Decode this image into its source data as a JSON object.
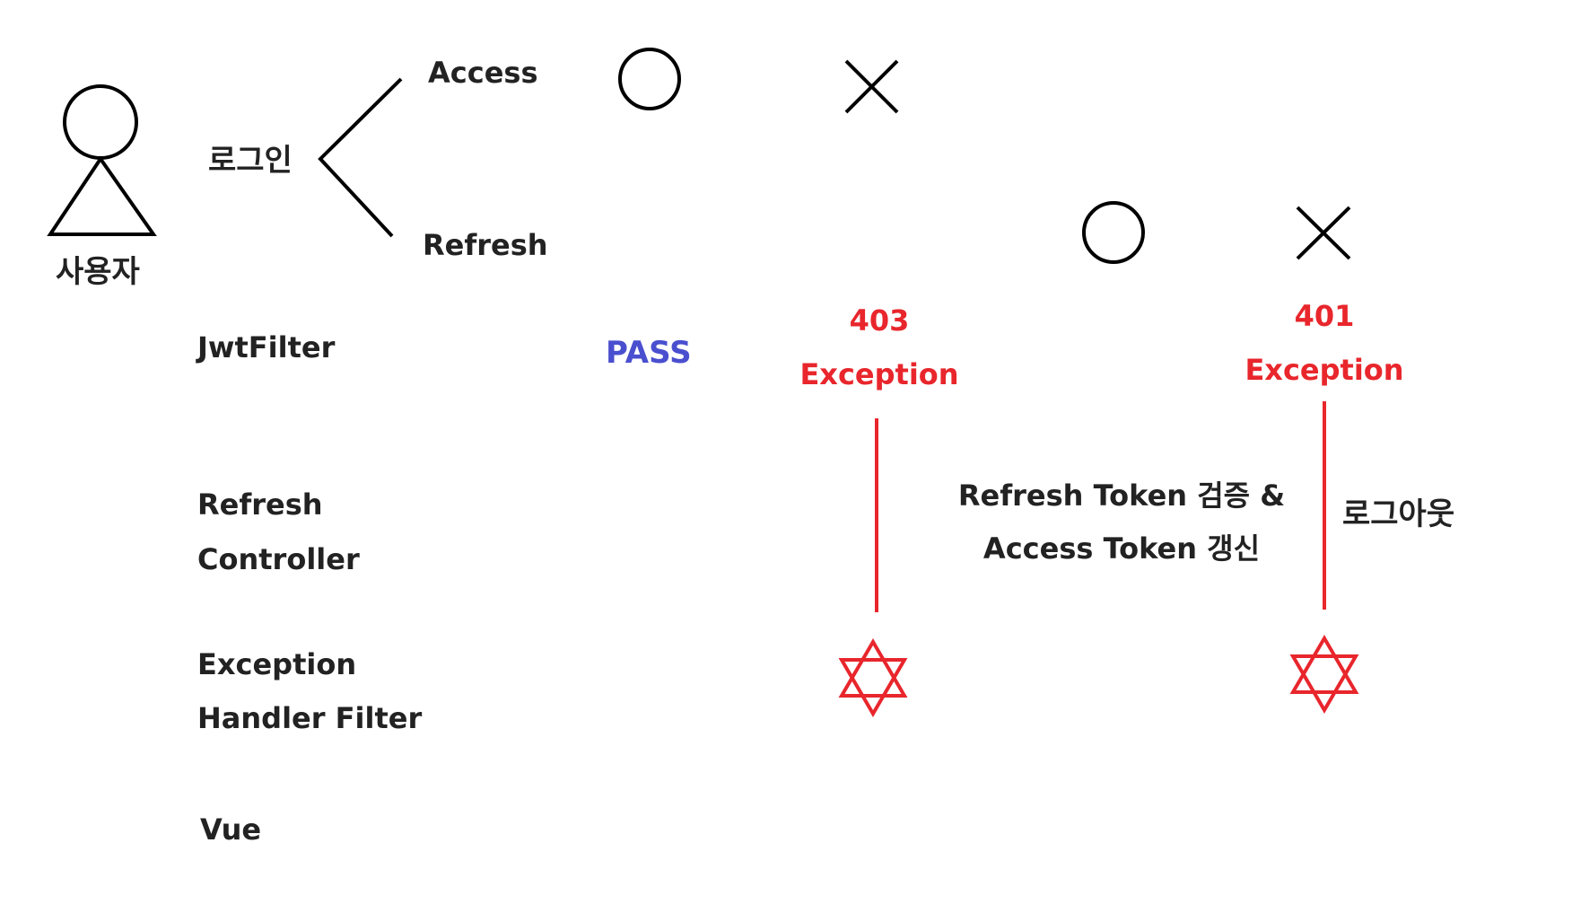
{
  "actor": {
    "label": "사용자"
  },
  "login": {
    "label": "로그인",
    "branches": {
      "access": "Access",
      "refresh": "Refresh"
    }
  },
  "rows": {
    "jwt_filter": "JwtFilter",
    "refresh_controller": [
      "Refresh",
      "Controller"
    ],
    "exception_handler_filter": [
      "Exception",
      "Handler Filter"
    ],
    "vue": "Vue"
  },
  "results": {
    "pass": "PASS",
    "exception_403": [
      "403",
      "Exception"
    ],
    "exception_401": [
      "401",
      "Exception"
    ],
    "refresh_action": [
      "Refresh Token 검증 &",
      "Access Token 갱신"
    ],
    "logout": "로그아웃"
  },
  "colors": {
    "red": "#e8262c",
    "blue": "#4a4fcf",
    "ink": "#000000"
  },
  "icons": [
    "stick-figure-icon",
    "circle-icon",
    "x-cross-icon",
    "star-of-david-icon"
  ]
}
